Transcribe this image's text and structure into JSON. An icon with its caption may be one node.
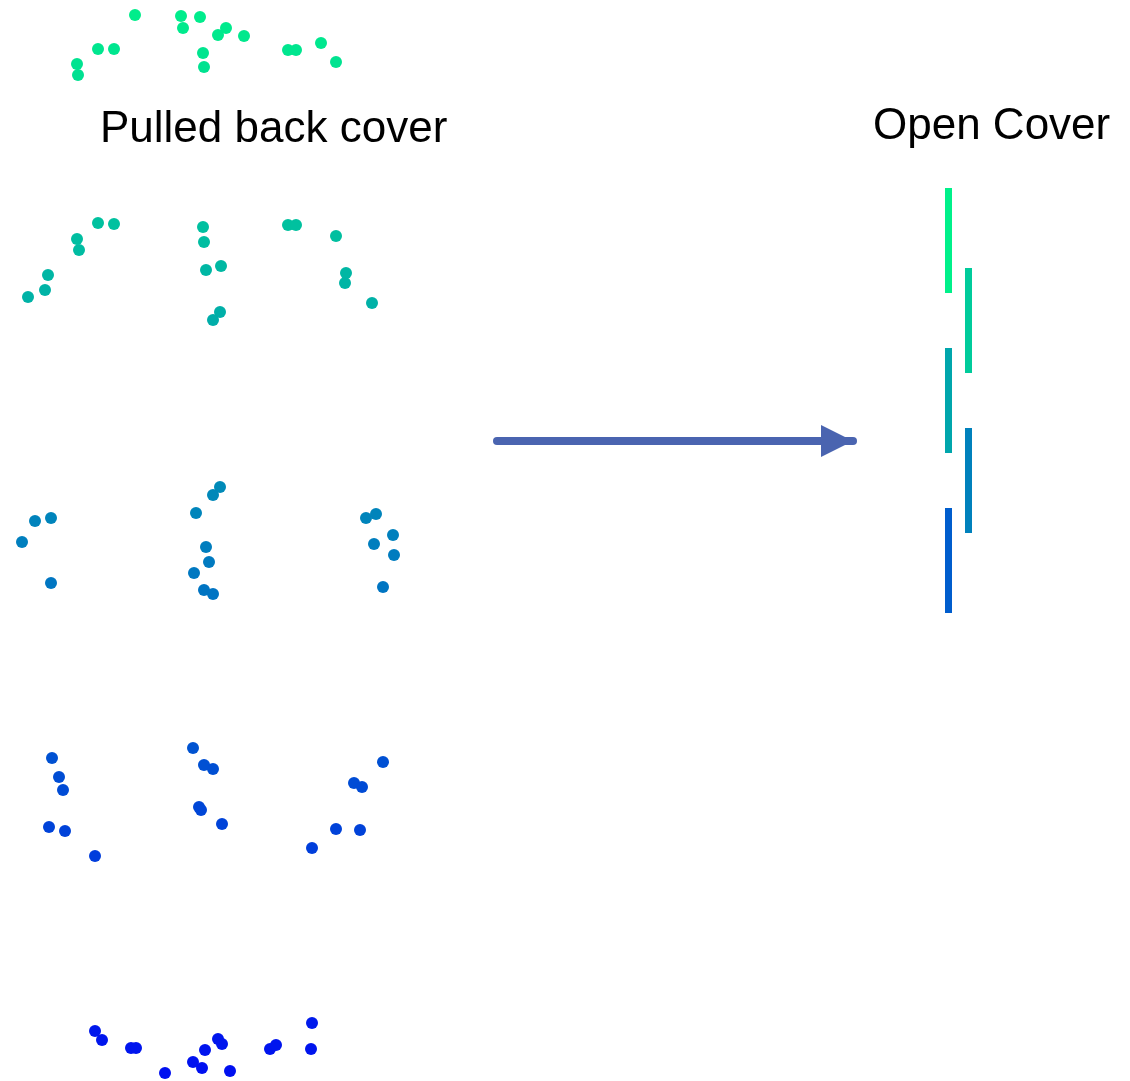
{
  "diagram": {
    "nodes": [
      {
        "text": [
          "Pulled back cover"
        ]
      },
      {
        "text": [
          "Open Cover"
        ]
      }
    ],
    "edges": [
      {
        "from": 0,
        "to": 1,
        "arrow": "to"
      }
    ]
  }
}
